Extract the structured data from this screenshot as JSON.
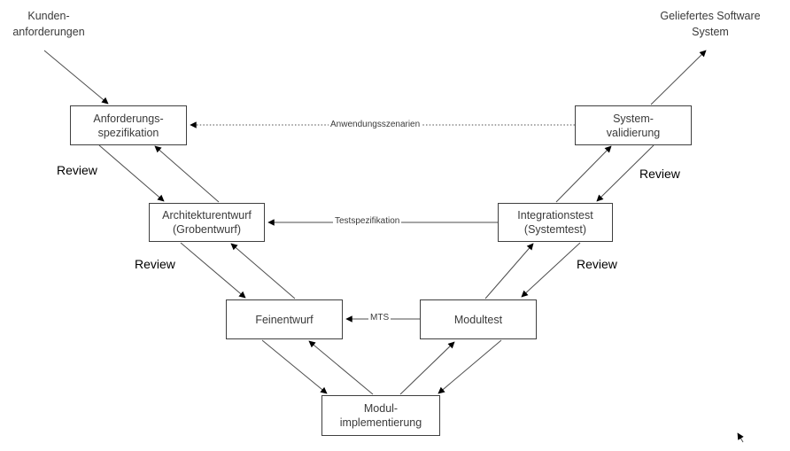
{
  "labels": {
    "customer_requirements": [
      "Kunden-",
      "anforderungen"
    ],
    "delivered_system": [
      "Geliefertes Software",
      "System"
    ],
    "review": "Review"
  },
  "boxes": {
    "anforderungsspezifikation": [
      "Anforderungs-",
      "spezifikation"
    ],
    "systemvalidierung": [
      "System-",
      "validierung"
    ],
    "architekturentwurf": [
      "Architekturentwurf",
      "(Grobentwurf)"
    ],
    "integrationstest": [
      "Integrationstest",
      "(Systemtest)"
    ],
    "feinentwurf": [
      "Feinentwurf"
    ],
    "modultest": [
      "Modultest"
    ],
    "modulimplementierung": [
      "Modul-",
      "implementierung"
    ]
  },
  "arrow_labels": {
    "anwendungsszenarien": "Anwendungsszenarien",
    "testspezifikation": "Testspezifikation",
    "mts": "MTS"
  },
  "colors": {
    "line": "#4d4d4d",
    "arrow": "#000000",
    "box_border": "#3f3f3f",
    "text": "#3a3a3a",
    "review_text": "#000000",
    "bg": "#ffffff"
  }
}
